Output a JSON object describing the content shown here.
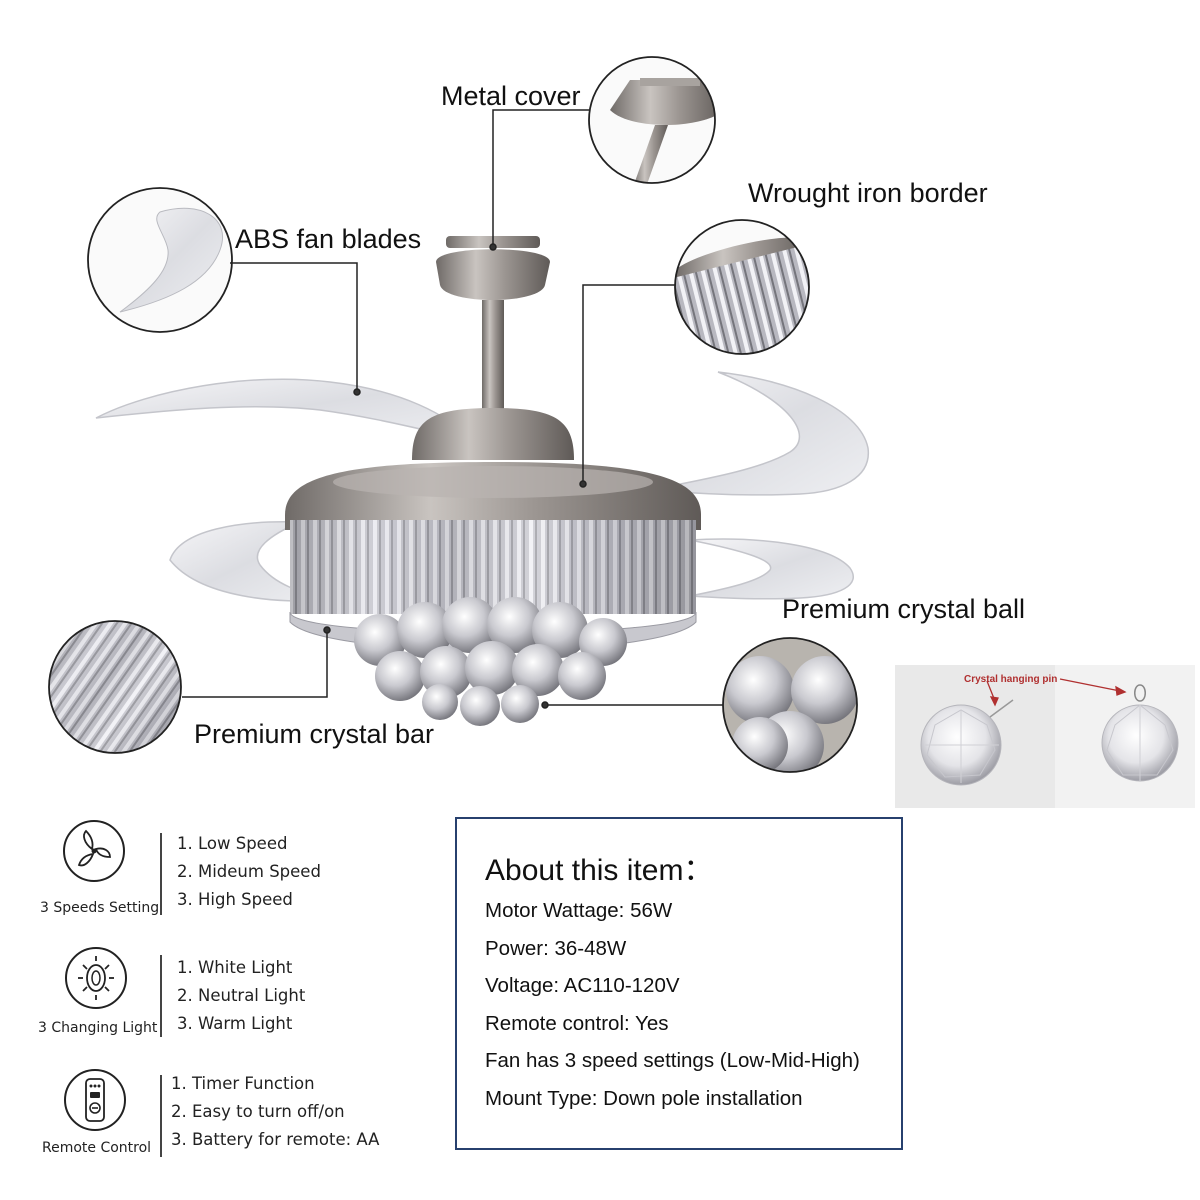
{
  "callouts": {
    "metal_cover": "Metal cover",
    "abs_fan_blades": "ABS fan blades",
    "wrought_iron_border": "Wrought iron border",
    "premium_crystal_ball": "Premium crystal ball",
    "premium_crystal_bar": "Premium crystal bar"
  },
  "pin_panel": {
    "label": "Crystal hanging pin"
  },
  "features": [
    {
      "icon": "fan-icon",
      "caption": "3 Speeds Setting",
      "items": [
        "1. Low Speed",
        "2. Mideum Speed",
        "3. High Speed"
      ]
    },
    {
      "icon": "light-bulb-icon",
      "caption": "3 Changing Light",
      "items": [
        "1. White Light",
        "2. Neutral  Light",
        "3. Warm Light"
      ]
    },
    {
      "icon": "remote-control-icon",
      "caption": "Remote Control",
      "items": [
        "1. Timer Function",
        "2. Easy to turn off/on",
        "3. Battery for remote: AA"
      ]
    }
  ],
  "about": {
    "title": "About this item：",
    "lines": [
      "Motor Wattage: 56W",
      "Power: 36-48W",
      "Voltage: AC110-120V",
      "Remote control: Yes",
      "Fan has 3 speed settings (Low-Mid-High)",
      "Mount Type: Down pole installation"
    ]
  },
  "colors": {
    "accent_border": "#27406e",
    "metal": "#8a8582",
    "pin_arrow": "#b03030"
  }
}
